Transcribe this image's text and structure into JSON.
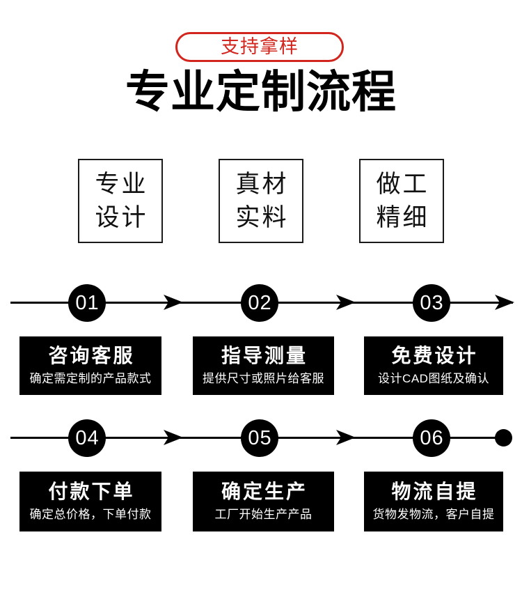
{
  "badge": {
    "label": "支持拿样"
  },
  "title": "专业定制流程",
  "features": [
    {
      "line1": "专业",
      "line2": "设计"
    },
    {
      "line1": "真材",
      "line2": "实料"
    },
    {
      "line1": "做工",
      "line2": "精细"
    }
  ],
  "steps": [
    {
      "number": "01",
      "title": "咨询客服",
      "desc": "确定需定制的产品款式"
    },
    {
      "number": "02",
      "title": "指导测量",
      "desc": "提供尺寸或照片给客服"
    },
    {
      "number": "03",
      "title": "免费设计",
      "desc": "设计CAD图纸及确认"
    },
    {
      "number": "04",
      "title": "付款下单",
      "desc": "确定总价格，下单付款"
    },
    {
      "number": "05",
      "title": "确定生产",
      "desc": "工厂开始生产产品"
    },
    {
      "number": "06",
      "title": "物流自提",
      "desc": "货物发物流，客户自提"
    }
  ],
  "colors": {
    "accent_red": "#d1251d",
    "flow_black": "#000000"
  }
}
